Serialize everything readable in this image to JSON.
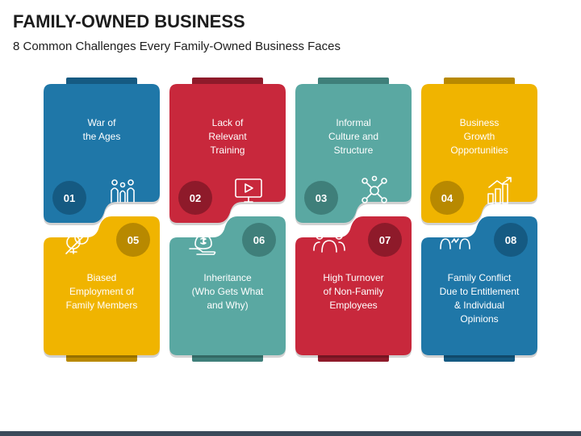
{
  "title": "FAMILY-OWNED BUSINESS",
  "subtitle": "8 Common Challenges Every Family-Owned Business Faces",
  "cards": [
    {
      "num": "01",
      "text": [
        "War of",
        "the Ages"
      ],
      "color": "#1f77a8",
      "dark": "#155a82",
      "icon": "family-icon"
    },
    {
      "num": "02",
      "text": [
        "Lack of",
        "Relevant",
        "Training"
      ],
      "color": "#c8283c",
      "dark": "#8e1a2a",
      "icon": "training-screen-icon"
    },
    {
      "num": "03",
      "text": [
        "Informal",
        "Culture and",
        "Structure"
      ],
      "color": "#5aa8a2",
      "dark": "#3f7f7a",
      "icon": "network-structure-icon"
    },
    {
      "num": "04",
      "text": [
        "Business",
        "Growth",
        "Opportunities"
      ],
      "color": "#f0b400",
      "dark": "#b88900",
      "icon": "growth-chart-icon"
    },
    {
      "num": "05",
      "text": [
        "Biased",
        "Employment of",
        "Family Members"
      ],
      "color": "#f0b400",
      "dark": "#b88900",
      "icon": "gender-bias-icon"
    },
    {
      "num": "06",
      "text": [
        "Inheritance",
        "(Who Gets What",
        "and Why)"
      ],
      "color": "#5aa8a2",
      "dark": "#3f7f7a",
      "icon": "money-bag-hand-icon"
    },
    {
      "num": "07",
      "text": [
        "High Turnover",
        "of Non-Family",
        "Employees"
      ],
      "color": "#c8283c",
      "dark": "#8e1a2a",
      "icon": "employees-group-icon"
    },
    {
      "num": "08",
      "text": [
        "Family Conflict",
        "Due to Entitlement",
        "& Individual",
        "Opinions"
      ],
      "color": "#1f77a8",
      "dark": "#155a82",
      "icon": "conflict-icon"
    }
  ]
}
